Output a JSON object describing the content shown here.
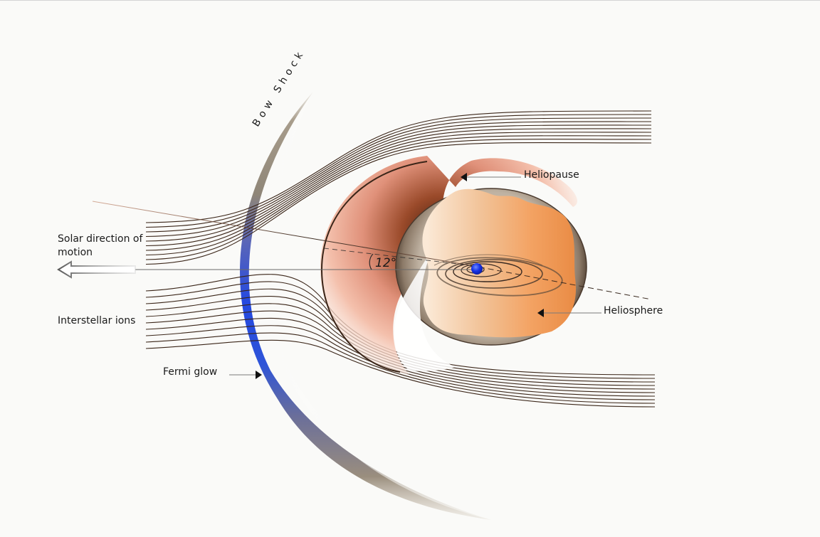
{
  "labels": {
    "bow_shock": "Bow Shock",
    "heliopause": "Heliopause",
    "heliosphere": "Heliosphere",
    "solar_direction_line1": "Solar direction of",
    "solar_direction_line2": "motion",
    "interstellar_ions": "Interstellar ions",
    "fermi_glow": "Fermi glow",
    "angle": "12°"
  },
  "colors": {
    "background": "#fafaf8",
    "field_lines": "#3a2518",
    "bow_shock_grey": "#8a7e70",
    "fermi_glow_blue": "#2448e0",
    "heliopause_salmon": "#e88e6e",
    "heliopause_dark": "#4a1f10",
    "heliosphere_orange": "#f4a05e",
    "sun_blue": "#1028e8",
    "arrow_grey": "#666666"
  },
  "icons": {
    "direction_arrow": "hollow-left-arrow-icon",
    "pointer": "triangle-pointer-icon",
    "sun": "sun-dot-icon"
  }
}
